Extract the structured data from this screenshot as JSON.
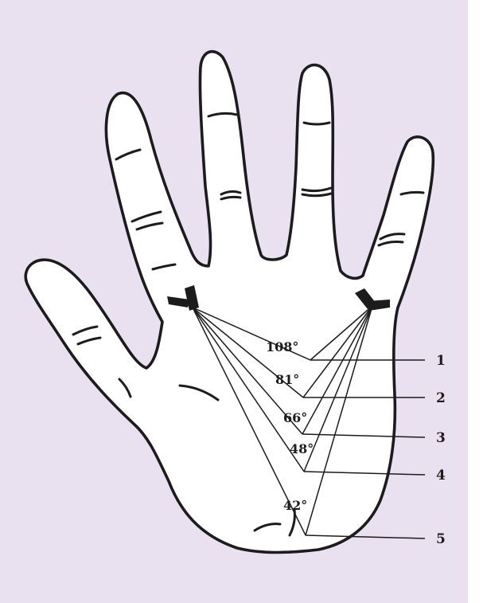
{
  "background_color": "#e9e1ef",
  "line_color": "#1c1c1c",
  "angle_labels": [
    "108°",
    "81°",
    "66°",
    "48°",
    "42°"
  ],
  "line_numbers": [
    "1",
    "2",
    "3",
    "4",
    "5"
  ]
}
